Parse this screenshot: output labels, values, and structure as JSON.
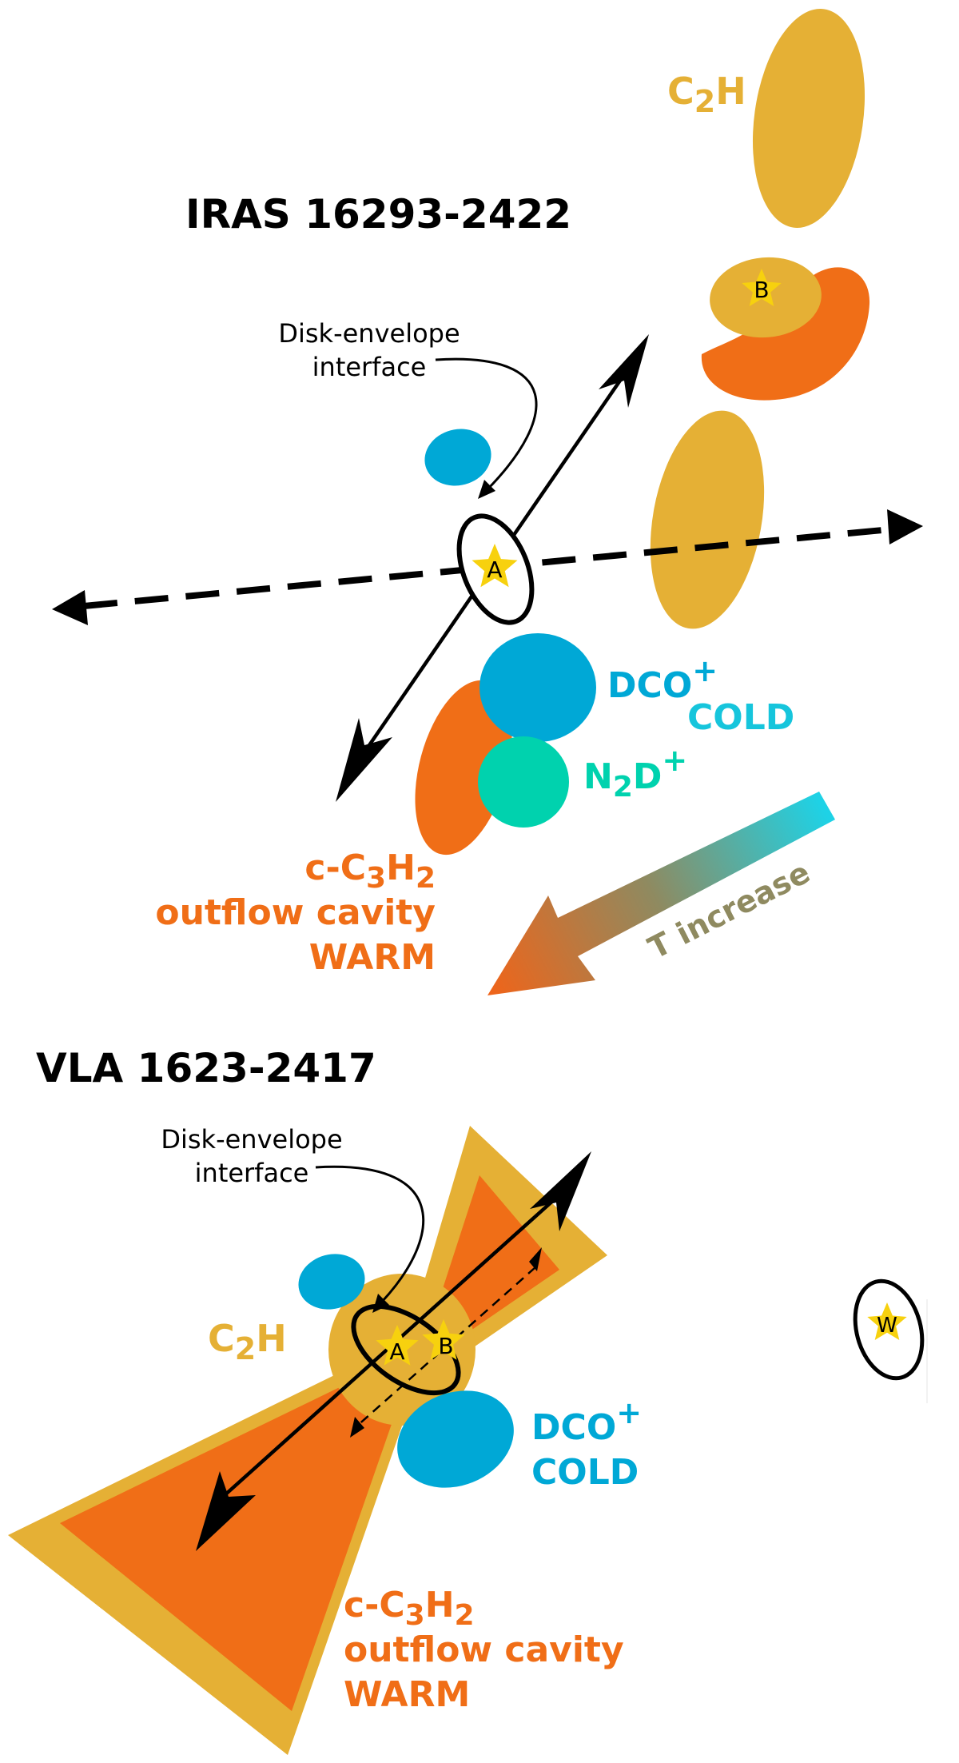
{
  "top": {
    "title": "IRAS 16293-2422",
    "interface_label": [
      "Disk-envelope",
      "interface"
    ],
    "star_a": "A",
    "star_b": "B",
    "c2h": {
      "main": "C",
      "sub": "2",
      "tail": "H"
    },
    "dco": {
      "main": "DCO",
      "sup": "+"
    },
    "cold": "COLD",
    "n2d": {
      "main": "N",
      "sub": "2",
      "tail": "D",
      "sup": "+"
    },
    "c3h2": {
      "pre": "c-C",
      "sub1": "3",
      "mid": "H",
      "sub2": "2"
    },
    "outflow": "outflow cavity",
    "warm": "WARM"
  },
  "gradient": {
    "label": "T increase"
  },
  "bottom": {
    "title": "VLA 1623-2417",
    "interface_label": [
      "Disk-envelope",
      "interface"
    ],
    "star_a": "A",
    "star_b": "B",
    "star_w": "W",
    "c2h": {
      "main": "C",
      "sub": "2",
      "tail": "H"
    },
    "dco": {
      "main": "DCO",
      "sup": "+"
    },
    "cold": "COLD",
    "c3h2": {
      "pre": "c-C",
      "sub1": "3",
      "mid": "H",
      "sub2": "2"
    },
    "outflow": "outflow cavity",
    "warm": "WARM"
  },
  "colors": {
    "c2h": "#E5B035",
    "c3h2": "#F06E17",
    "dco": "#00A8D6",
    "n2d": "#00D2AE",
    "cold_text": "#16C5DC",
    "star": "#F7D10E",
    "line": "#000000"
  }
}
